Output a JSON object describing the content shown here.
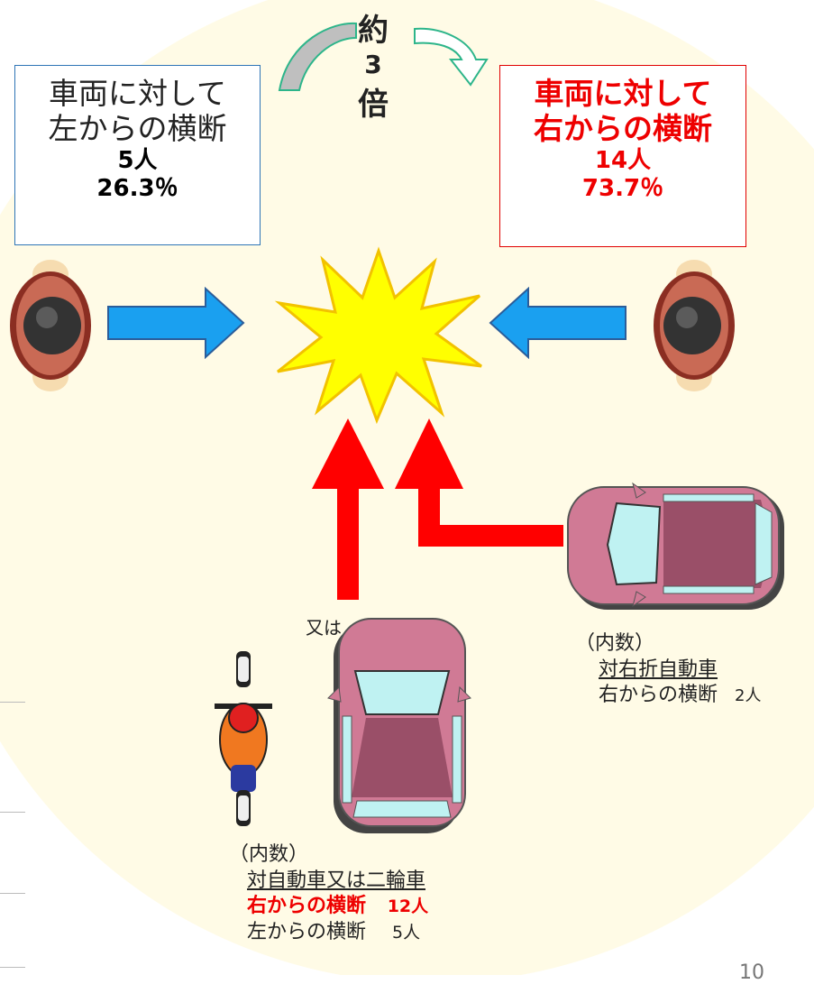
{
  "multiplier": {
    "line1": "約",
    "line2": "3",
    "line3": "倍"
  },
  "left_box": {
    "line1": "車両に対して",
    "line2": "左からの横断",
    "count": "5人",
    "percent": "26.3％"
  },
  "right_box": {
    "line1": "車両に対して",
    "line2": "右からの横断",
    "count": "14人",
    "percent": "73.7％"
  },
  "note_right_turn": {
    "header": "（内数）",
    "title": "対右折自動車",
    "line": "右からの横断",
    "value": "2人"
  },
  "note_car_bike": {
    "header": "（内数）",
    "title": "対自動車又は二輪車",
    "line_right": "右からの横断",
    "value_right": "12人",
    "line_left": "左からの横断",
    "value_left": "5人"
  },
  "or_label": "又は",
  "page_number": "10",
  "colors": {
    "background_circle": "#fffbe6",
    "left_border": "#2e75b6",
    "right_text": "#ee0000",
    "arrow_blue": "#1aa0f0",
    "arrow_red": "#ff0000",
    "car_body": "#d07a95",
    "burst": "#ffff00"
  }
}
